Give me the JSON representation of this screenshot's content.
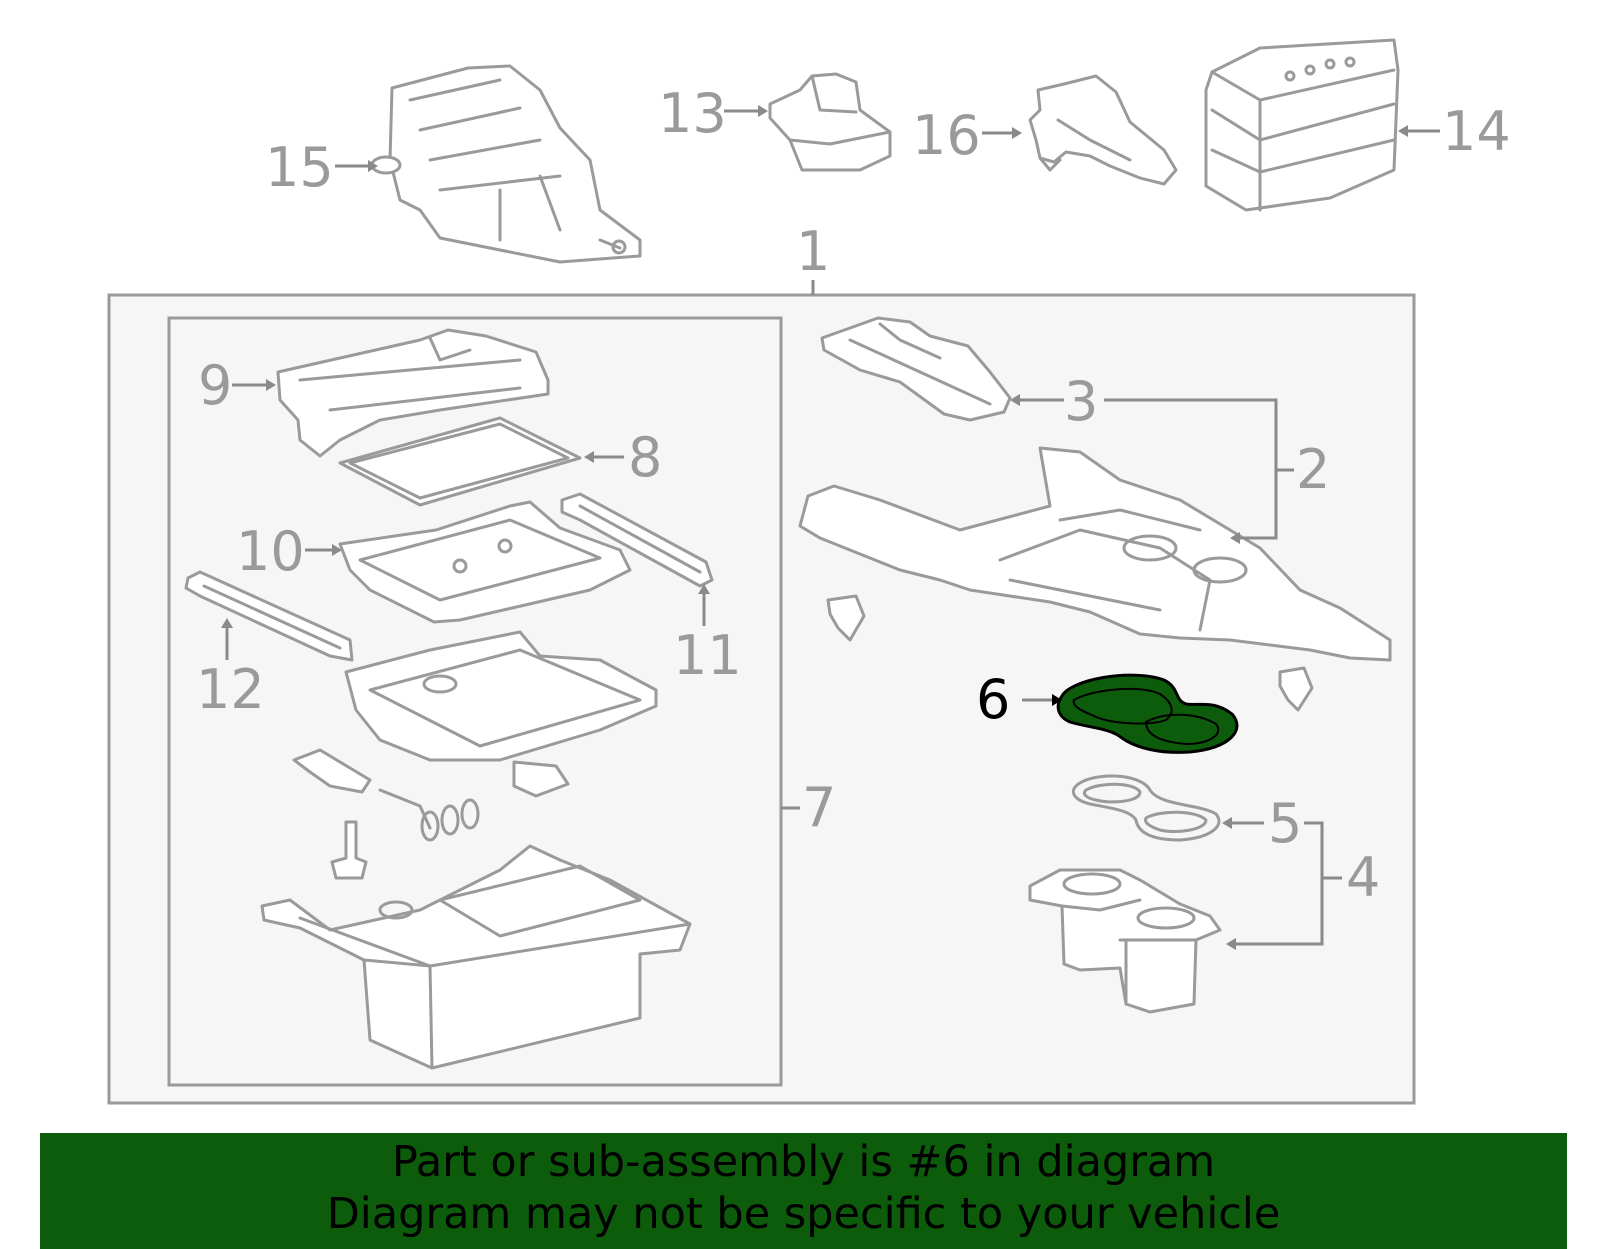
{
  "diagram": {
    "callouts": {
      "c1": "1",
      "c2": "2",
      "c3": "3",
      "c4": "4",
      "c5": "5",
      "c6": "6",
      "c7": "7",
      "c8": "8",
      "c9": "9",
      "c10": "10",
      "c11": "11",
      "c12": "12",
      "c13": "13",
      "c14": "14",
      "c15": "15",
      "c16": "16"
    },
    "highlighted_part": "6"
  },
  "colors": {
    "highlight": "#0d5c0b",
    "line": "#9a9a9a",
    "panel_background": "#f6f6f6"
  },
  "banner": {
    "line1": "Part or sub-assembly is #6 in diagram",
    "line2": "Diagram may not be specific to your vehicle"
  }
}
